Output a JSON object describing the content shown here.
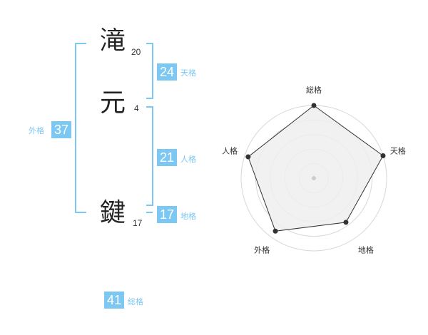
{
  "colors": {
    "accent": "#7cc8f2",
    "badge_text": "#ffffff",
    "radar_fill": "#efefef",
    "radar_point": "#333333"
  },
  "name": {
    "chars": [
      {
        "char": "滝",
        "strokes": "20"
      },
      {
        "char": "元",
        "strokes": "4"
      },
      {
        "char": "鍵",
        "strokes": "17"
      }
    ]
  },
  "scores": {
    "tenkaku": {
      "value": "24",
      "label": "天格"
    },
    "jinkaku": {
      "value": "21",
      "label": "人格"
    },
    "chikaku": {
      "value": "17",
      "label": "地格"
    },
    "gaikaku": {
      "value": "37",
      "label": "外格"
    },
    "soukaku": {
      "value": "41",
      "label": "総格"
    }
  },
  "radar": {
    "axes": [
      "総格",
      "天格",
      "地格",
      "外格",
      "人格"
    ],
    "values": [
      1.0,
      1.0,
      0.75,
      0.9,
      0.95
    ]
  }
}
